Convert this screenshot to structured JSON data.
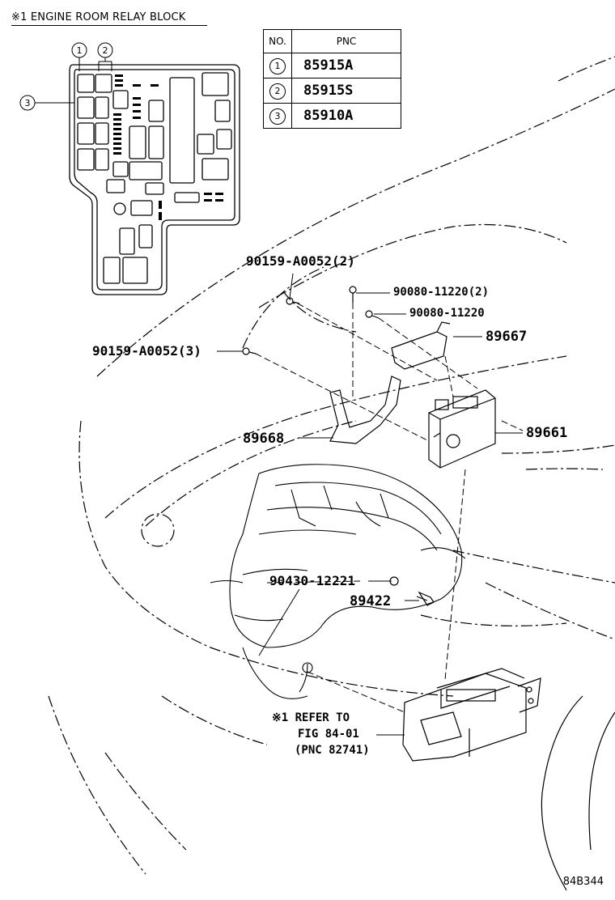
{
  "header": {
    "title": "※1 ENGINE ROOM RELAY BLOCK"
  },
  "pnc_table": {
    "col_no": "NO.",
    "col_pnc": "PNC",
    "rows": [
      {
        "no": "1",
        "pnc": "85915A"
      },
      {
        "no": "2",
        "pnc": "85915S"
      },
      {
        "no": "3",
        "pnc": "85910A"
      }
    ]
  },
  "relay_block_callouts": [
    "1",
    "2",
    "3"
  ],
  "labels": {
    "clip_upper": "90159-A0052(2)",
    "bolt_a": "90080-11220(2)",
    "bolt_b": "90080-11220",
    "bracket_89667": "89667",
    "clip_left": "90159-A0052(3)",
    "bracket_89668": "89668",
    "ecu_89661": "89661",
    "gasket": "90430-12221",
    "sensor_89422": "89422"
  },
  "reference": {
    "line1": "※1 REFER TO",
    "line2": "FIG 84-01",
    "line3": "(PNC 82741)"
  },
  "figure_code": "84B344"
}
